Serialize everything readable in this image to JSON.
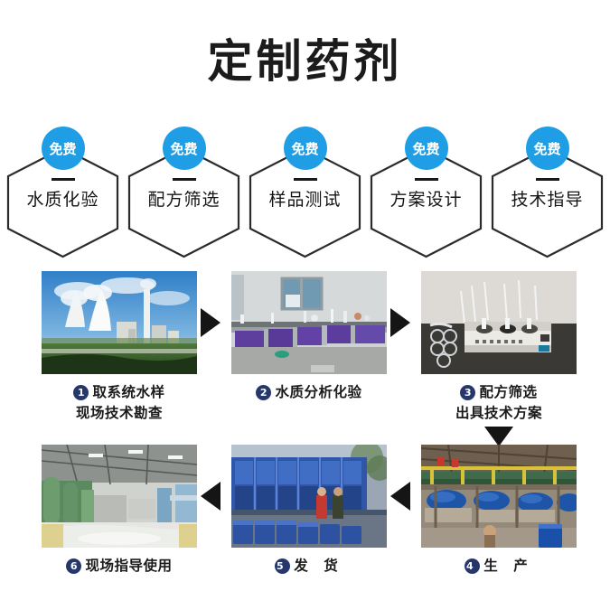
{
  "title": "定制药剂",
  "free_services": {
    "badge_label": "免费",
    "items": [
      {
        "label": "水质化验"
      },
      {
        "label": "配方筛选"
      },
      {
        "label": "样品测试"
      },
      {
        "label": "方案设计"
      },
      {
        "label": "技术指导"
      }
    ]
  },
  "process": {
    "steps": [
      {
        "number": "1",
        "line1": "取系统水样",
        "line2": "现场技术勘查",
        "photo": "power-plant-cooling-towers-photo"
      },
      {
        "number": "2",
        "line1": "水质分析化验",
        "line2": "",
        "photo": "laboratory-bench-photo"
      },
      {
        "number": "3",
        "line1": "配方筛选",
        "line2": "出具技术方案",
        "photo": "lab-testing-apparatus-photo"
      },
      {
        "number": "4",
        "line1": "生 产",
        "line2": "",
        "photo": "production-plant-reactors-photo"
      },
      {
        "number": "5",
        "line1": "发 货",
        "line2": "",
        "photo": "shipping-blue-drums-photo"
      },
      {
        "number": "6",
        "line1": "现场指导使用",
        "line2": "",
        "photo": "water-treatment-facility-photo"
      }
    ],
    "arrows": [
      {
        "name": "arrow-step1-to-step2",
        "direction": "right"
      },
      {
        "name": "arrow-step2-to-step3",
        "direction": "right"
      },
      {
        "name": "arrow-step3-to-step4",
        "direction": "down"
      },
      {
        "name": "arrow-step4-to-step5",
        "direction": "left"
      },
      {
        "name": "arrow-step5-to-step6",
        "direction": "left"
      }
    ]
  },
  "colors": {
    "badge_blue": "#1f9ee5",
    "number_navy": "#26386b",
    "text_dark": "#1b1b1b",
    "arrow_black": "#151515"
  }
}
